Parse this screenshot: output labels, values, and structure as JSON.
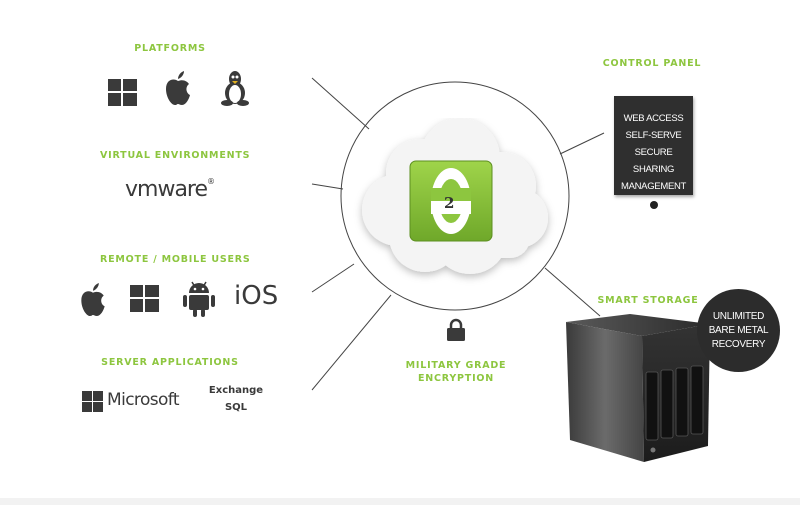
{
  "sections": {
    "platforms": {
      "title": "PLATFORMS",
      "icons": [
        "windows-icon",
        "apple-icon",
        "linux-icon"
      ]
    },
    "virtual_environments": {
      "title": "VIRTUAL ENVIRONMENTS",
      "logo_text": "vmware",
      "logo_mark": "®"
    },
    "remote_mobile": {
      "title": "REMOTE / MOBILE USERS",
      "icons": [
        "apple-icon",
        "windows-icon",
        "android-icon"
      ],
      "ios_label": "iOS"
    },
    "server_applications": {
      "title": "SERVER APPLICATIONS",
      "microsoft_label": "Microsoft",
      "apps": [
        "Exchange",
        "SQL"
      ]
    }
  },
  "center": {
    "logo_glyph": "O",
    "logo_subscript": "2",
    "logo_color": "#8dc63f",
    "icons": [
      "cloud-icon"
    ]
  },
  "control_panel": {
    "title": "CONTROL PANEL",
    "items": [
      "WEB ACCESS",
      "SELF-SERVE",
      "SECURE SHARING",
      "MANAGEMENT"
    ]
  },
  "encryption": {
    "title_line1": "MILITARY GRADE",
    "title_line2": "ENCRYPTION",
    "icons": [
      "lock-icon"
    ]
  },
  "smart_storage": {
    "title": "SMART STORAGE",
    "badge_lines": [
      "UNLIMITED",
      "BARE METAL",
      "RECOVERY"
    ],
    "icons": [
      "nas-device-icon"
    ]
  },
  "colors": {
    "accent": "#8dc63f",
    "dark": "#2f2f2f",
    "icon_gray": "#3a3a3a"
  }
}
